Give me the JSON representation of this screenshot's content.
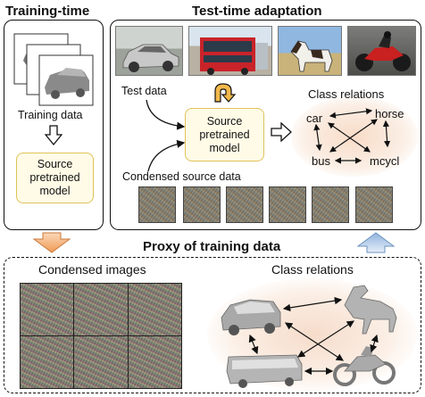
{
  "sections": {
    "training_time": "Training-time",
    "test_time_adaptation": "Test-time adaptation",
    "proxy": "Proxy of training data"
  },
  "labels": {
    "training_data": "Training data",
    "test_data": "Test data",
    "class_relations_top": "Class relations",
    "condensed_source_data": "Condensed source data",
    "condensed_images": "Condensed images",
    "class_relations_bottom": "Class relations"
  },
  "boxes": {
    "source_model_left": "Source\npretrained\nmodel",
    "source_model_center": "Source\npretrained\nmodel"
  },
  "classes": {
    "car": "car",
    "horse": "horse",
    "bus": "bus",
    "mcycl": "mcycl"
  },
  "colors": {
    "orange_arrow": "#f0a060",
    "blue_arrow": "#8fb4dd",
    "yellow_box_border": "#e0c25a",
    "relations_bg": "#fbeee4"
  },
  "icons": [
    "down-arrow-icon",
    "right-arrow-icon",
    "adapt-arrow-icon",
    "up-arrow-icon"
  ]
}
